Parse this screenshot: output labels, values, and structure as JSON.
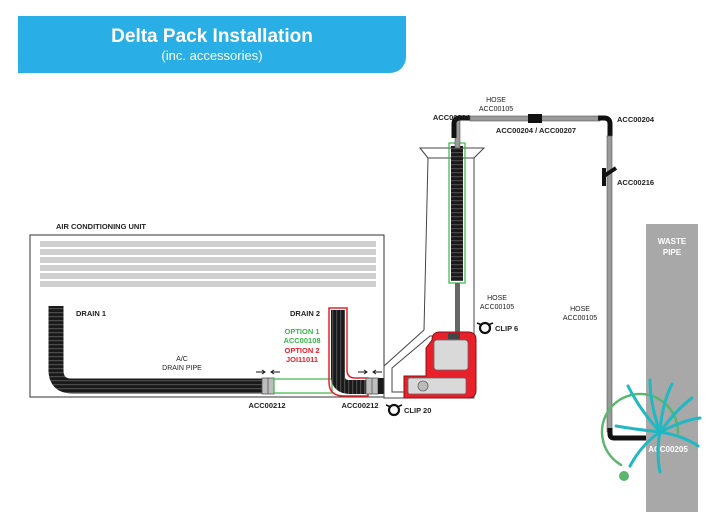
{
  "header": {
    "title": "Delta Pack Installation",
    "subtitle": "(inc. accessories)"
  },
  "labels": {
    "ac_unit": "AIR CONDITIONING UNIT",
    "drain1": "DRAIN 1",
    "drain2": "DRAIN 2",
    "ac_drain_pipe_1": "A/C",
    "ac_drain_pipe_2": "DRAIN PIPE",
    "acc212_left": "ACC00212",
    "acc212_right": "ACC00212",
    "option1": "OPTION 1",
    "option1_code": "ACC00108",
    "option2": "OPTION 2",
    "option2_code": "JOI11011",
    "clip20": "CLIP 20",
    "clip6": "CLIP 6",
    "hose_mid_1": "HOSE",
    "hose_mid_2": "ACC00105",
    "hose_top_1": "HOSE",
    "hose_top_2": "ACC00105",
    "hose_right_1": "HOSE",
    "hose_right_2": "ACC00105",
    "acc204_left": "ACC00204",
    "acc204_mid": "ACC00204 / ACC00207",
    "acc204_right": "ACC00204",
    "acc216": "ACC00216",
    "waste_pipe_1": "WASTE",
    "waste_pipe_2": "PIPE",
    "acc205": "ACC00205"
  },
  "colors": {
    "banner": "#29aee6",
    "pipe": "#222222",
    "option1": "#39b54a",
    "option2": "#e8202a",
    "waste_pipe": "#a8a8a8",
    "logo_teal": "#1fb8c3",
    "logo_green": "#5ab56e"
  }
}
